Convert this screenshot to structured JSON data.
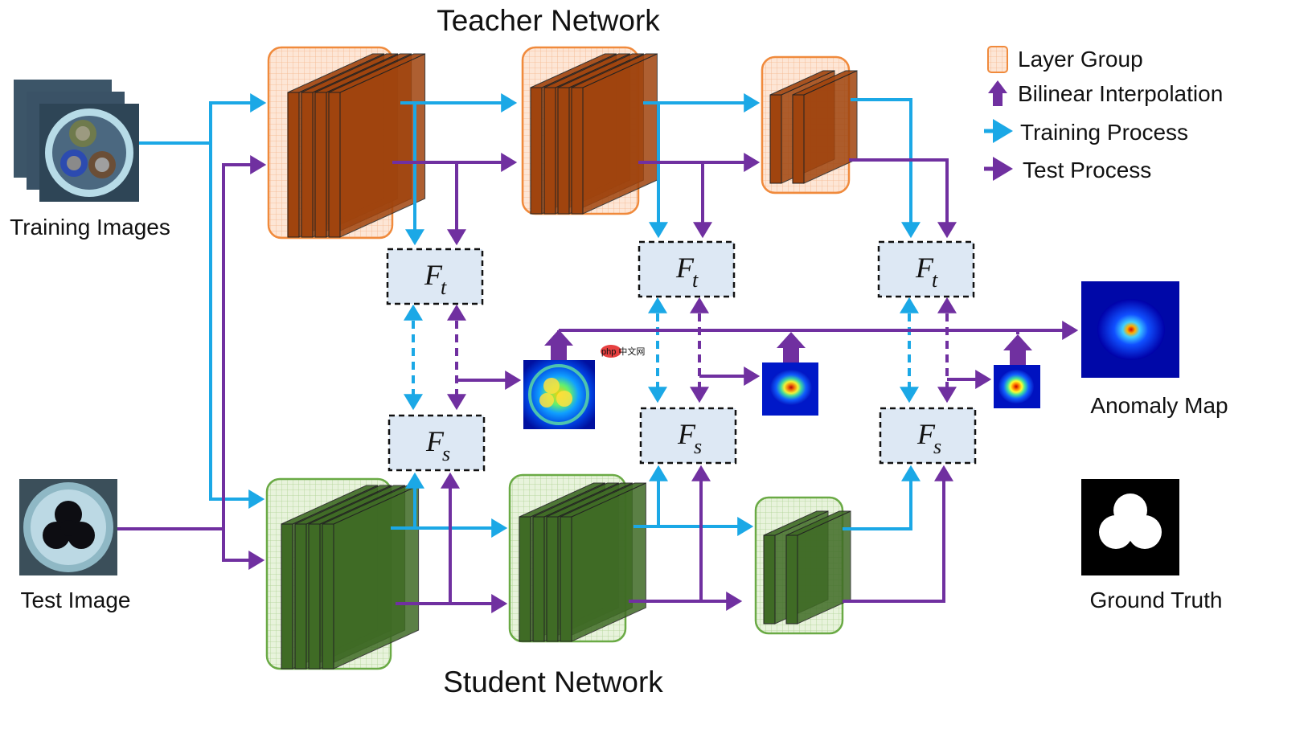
{
  "titles": {
    "teacher": "Teacher Network",
    "student": "Student Network"
  },
  "inputs": {
    "training": "Training Images",
    "test": "Test Image"
  },
  "outputs": {
    "anomaly": "Anomaly Map",
    "ground_truth": "Ground Truth"
  },
  "legend": [
    {
      "label": "Layer Group",
      "icon": "layer-group-icon"
    },
    {
      "label": "Bilinear Interpolation",
      "icon": "up-arrow-icon"
    },
    {
      "label": "Training Process",
      "icon": "right-arrow-icon"
    },
    {
      "label": "Test Process",
      "icon": "right-arrow-icon"
    }
  ],
  "features": {
    "teacher": {
      "main": "F",
      "sub": "t"
    },
    "student": {
      "main": "F",
      "sub": "s"
    }
  },
  "watermark": "php 中文网",
  "colors": {
    "training": "#1ba8e6",
    "test": "#7030a0",
    "teacher_border": "#f08a3c",
    "teacher_fill": "#fde6d6",
    "teacher_layer": "#a0440e",
    "student_border": "#6aaa45",
    "student_fill": "#e6f2da",
    "student_layer": "#3f6b25",
    "feature_fill": "#dde8f4"
  }
}
